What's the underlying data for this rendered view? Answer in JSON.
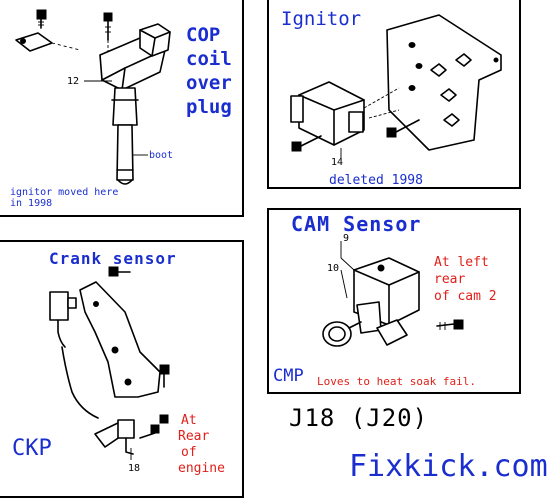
{
  "cop": {
    "title_lines": [
      "COP",
      "coil",
      "over",
      "plug"
    ],
    "part_12": "12",
    "boot": "boot",
    "ignitor_moved_line1": "ignitor moved here",
    "ignitor_moved_line2": "in 1998"
  },
  "ignitor": {
    "title": "Ignitor",
    "part_14": "14",
    "deleted": "deleted 1998"
  },
  "crank": {
    "title": "Crank sensor",
    "part_18": "18",
    "ckp": "CKP",
    "location_lines": [
      "At",
      "Rear",
      "of",
      "engine"
    ]
  },
  "cam": {
    "title": "CAM Sensor",
    "part_9": "9",
    "part_10": "10",
    "location_lines": [
      "At left",
      "rear",
      "of cam 2"
    ],
    "cmp": "CMP",
    "note": "Loves to heat soak fail."
  },
  "model": "J18  (J20)",
  "brand": "Fixkick.com",
  "colors": {
    "label_blue": "#1a2ecf",
    "note_red": "#e0201a",
    "line": "#000000"
  }
}
